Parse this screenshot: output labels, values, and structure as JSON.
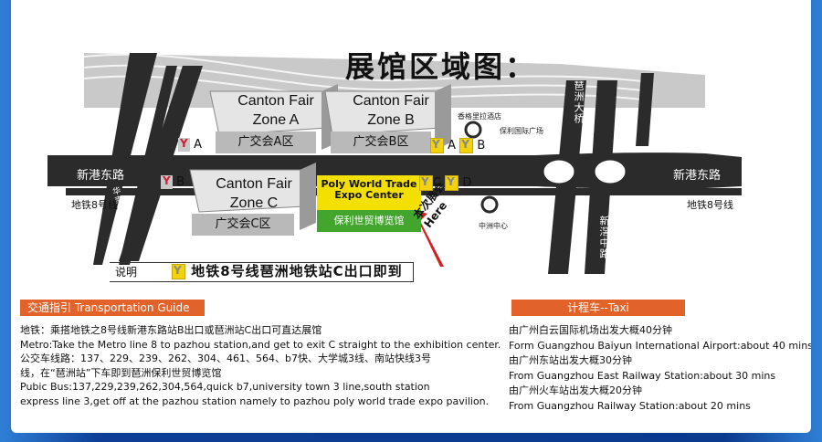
{
  "title": "展馆区域图：",
  "zones": {
    "zone_a": {
      "line1": "Canton Fair",
      "line2": "Zone A",
      "cn": "广交会A区"
    },
    "zone_b": {
      "line1": "Canton Fair",
      "line2": "Zone B",
      "cn": "广交会B区"
    },
    "zone_c": {
      "line1": "Canton Fair",
      "line2": "Zone C",
      "cn": "广交会C区"
    }
  },
  "poly": {
    "line1": "Poly World Trade",
    "line2": "Expo Center",
    "cn": "保利世贸博览馆"
  },
  "here": {
    "cn": "本次展会",
    "en": "Here"
  },
  "roads": {
    "xingang_left": "新港东路",
    "xingang_right": "新港东路",
    "pazhou_bridge": "琶洲大桥",
    "xinjiao": "新滘中路",
    "huanlian": "华南快速"
  },
  "metro": {
    "line8_left": "地铁8号线",
    "line8_right": "地铁8号线",
    "exit_a_left": "A",
    "exit_a_right": "A",
    "exit_b_left": "B",
    "exit_b_right": "B",
    "exit_c": "C",
    "exit_d": "D"
  },
  "landmarks": {
    "shangri_la": "香格里拉酒店",
    "poly_plaza": "保利国际广场",
    "zhongzhou": "中洲中心"
  },
  "legend": {
    "label": "说明",
    "text": "地铁8号线琶洲地铁站C出口即到"
  },
  "transport": {
    "header": "交通指引 Transportation Guide",
    "lines": [
      "地铁：乘搭地铁之8号线新港东路站B出口或琶洲站C出口可直达展馆",
      "Metro:Take the Metro line 8 to pazhou station,and get to exit C straight to the exhibition center.",
      "公交车线路：137、229、239、262、304、461、564、b7快、大学城3线、南站快线3号",
      "线，在“琶洲站”下车即到琶洲保利世贸博览馆",
      "Pubic Bus:137,229,239,262,304,564,quick b7,university town 3 line,south station",
      "express line 3,get off at the pazhou station namely to pazhou poly world trade expo pavilion."
    ]
  },
  "taxi": {
    "header": "计程车--Taxi",
    "lines": [
      "由广州白云国际机场出发大概40分钟",
      "Form Guangzhou Baiyun International Airport:about 40 mins",
      "由广州东站出发大概30分钟",
      "From Guangzhou East Railway Station:about 30 mins",
      "由广州火车站出发大概20分钟",
      "From Guangzhou Railway Station:about 20 mins"
    ]
  },
  "colors": {
    "road": "#2b2b2b",
    "frame": "#0b3a8c",
    "accent": "#e2632a",
    "poly_yellow": "#f4e000",
    "poly_green": "#43a52e",
    "arrow": "#d42020"
  }
}
